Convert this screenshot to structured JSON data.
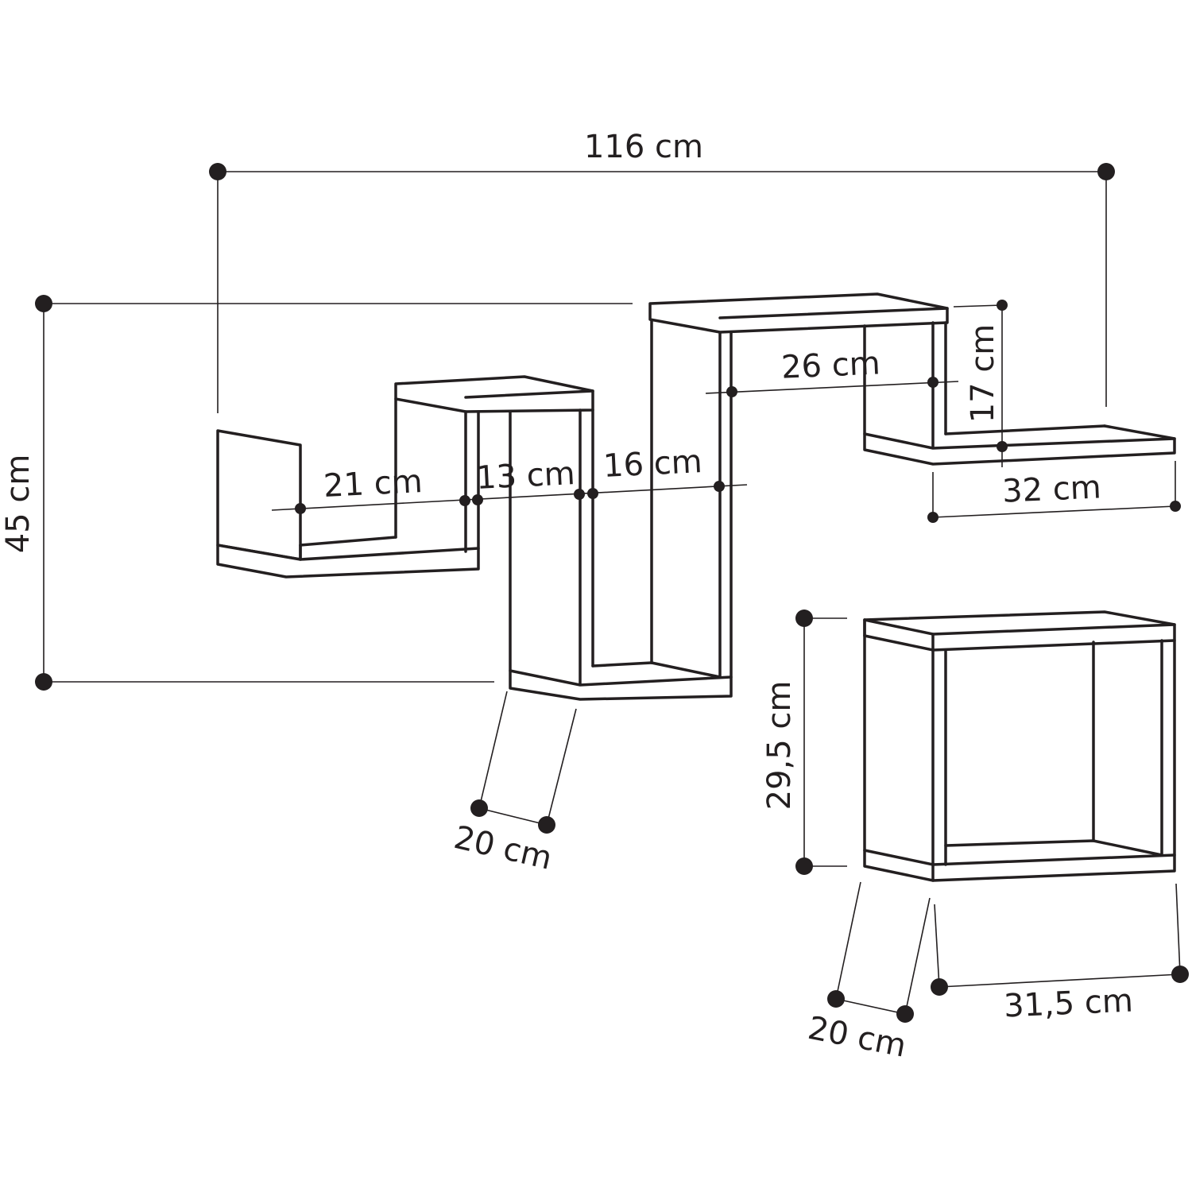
{
  "colors": {
    "ink": "#231f20",
    "background": "#ffffff"
  },
  "dimensions": {
    "overall_width": "116 cm",
    "overall_height": "45 cm",
    "left_shelf_width": "21 cm",
    "shelf_gap_a": "13 cm",
    "shelf_gap_b": "16 cm",
    "top_shelf_width": "26 cm",
    "right_step_height": "17 cm",
    "right_shelf_width": "32 cm",
    "depth_main": "20 cm",
    "cube_height": "29,5 cm",
    "cube_depth": "20 cm",
    "cube_width": "31,5 cm"
  }
}
